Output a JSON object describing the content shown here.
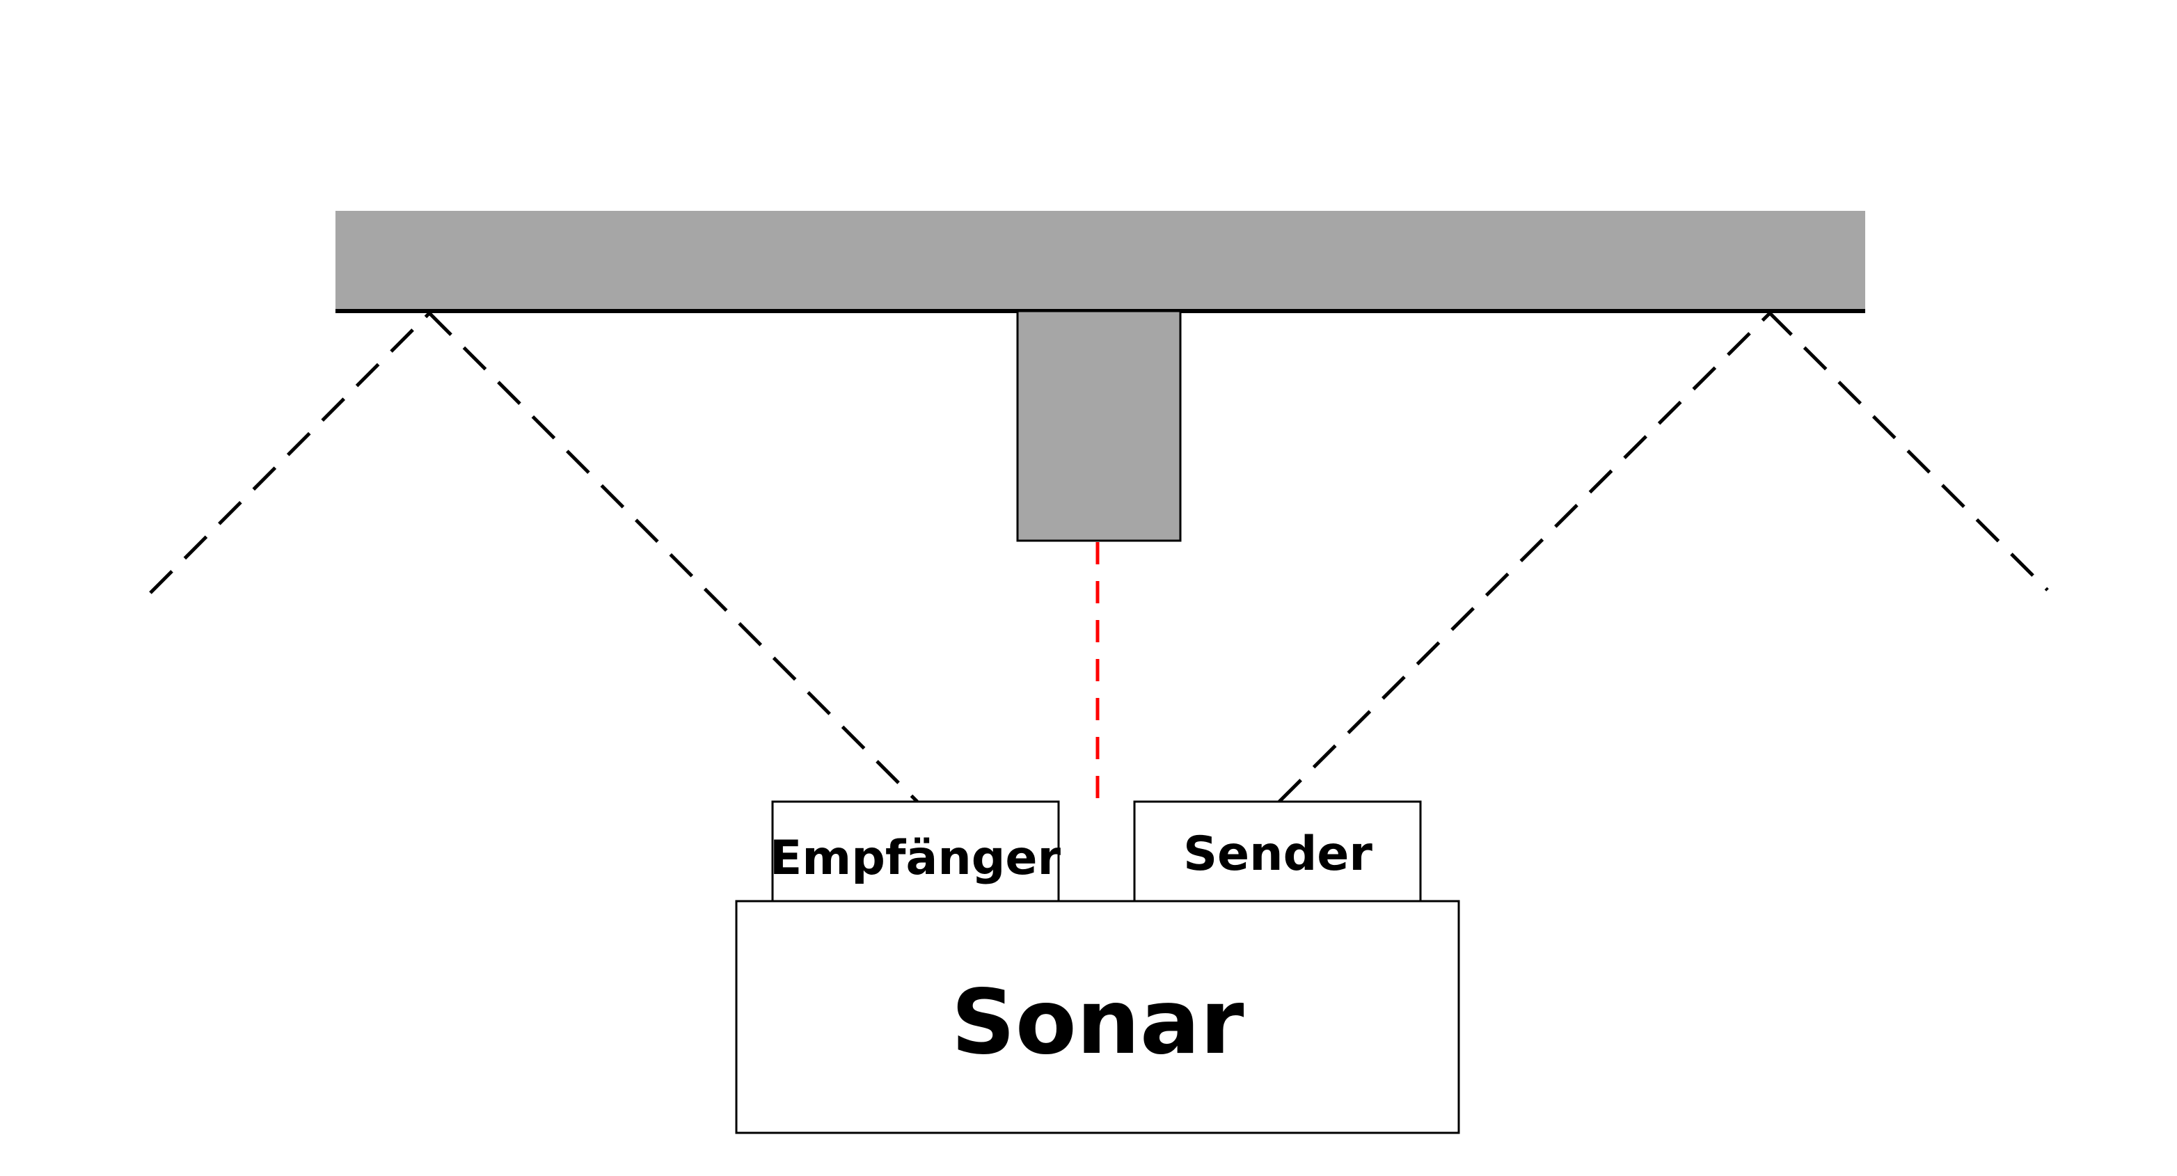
{
  "labels": {
    "receiver": "Empfänger",
    "sender": "Sender",
    "sonar": "Sonar"
  },
  "colors": {
    "surface_fill": "#a6a6a6",
    "block_fill": "#a6a6a6",
    "outline": "#000000",
    "reflection_path": "#000000",
    "direct_path": "#ff0000",
    "box_fill": "#ffffff"
  }
}
